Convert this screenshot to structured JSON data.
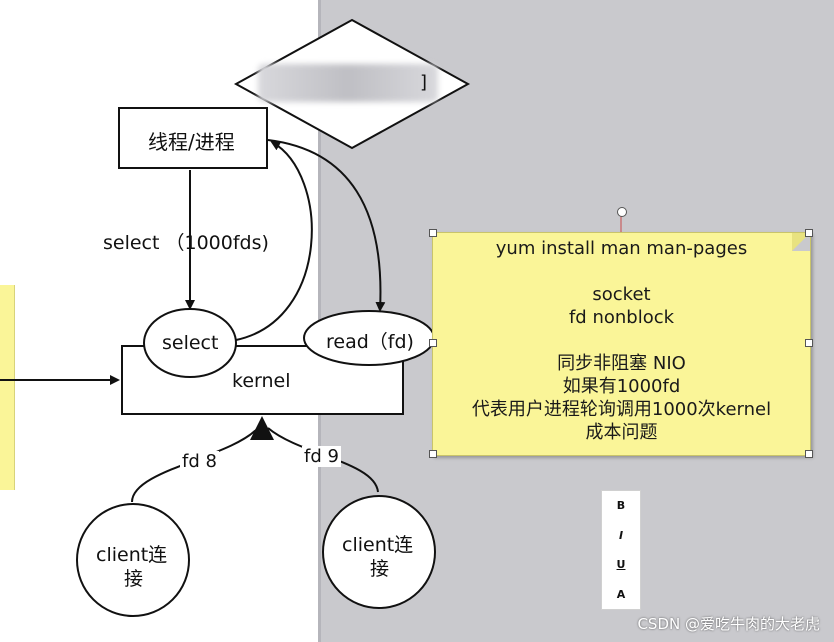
{
  "diagram": {
    "process_box": "线程/进程",
    "select_call_label": "select （1000fds)",
    "select_node": "select",
    "read_node": "read（fd)",
    "kernel_box": "kernel",
    "fd8_label": "fd 8",
    "fd9_label": "fd 9",
    "client1_line1": "client连",
    "client1_line2": "接",
    "client2_line1": "client连",
    "client2_line2": "接",
    "diamond_suffix": "]"
  },
  "sticky_note": {
    "lines": [
      "yum install man  man-pages",
      "",
      "socket",
      "fd nonblock",
      "",
      "同步非阻塞   NIO",
      "如果有1000fd",
      "代表用户进程轮询调用1000次kernel",
      "成本问题"
    ],
    "background": "#faf598"
  },
  "format_toolbar": {
    "bold": "B",
    "italic": "I",
    "underline": "U",
    "font_color": "A"
  },
  "watermark": "CSDN @爱吃牛肉的大老虎",
  "colors": {
    "gray_panel": "#c9c9cd",
    "sticky": "#faf598",
    "stroke": "#111111",
    "red_dot": "#e8412a"
  }
}
